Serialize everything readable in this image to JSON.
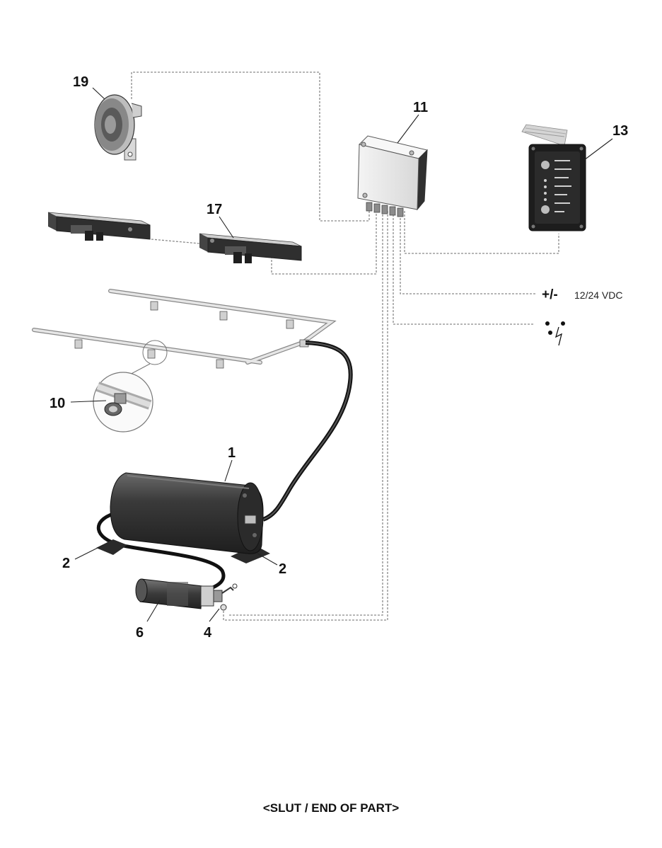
{
  "diagram": {
    "callouts": {
      "c1": "1",
      "c2a": "2",
      "c2b": "2",
      "c4": "4",
      "c6": "6",
      "c10": "10",
      "c11": "11",
      "c13": "13",
      "c17": "17",
      "c19": "19"
    },
    "power_symbol": "+/-",
    "power_label": "12/24 VDC"
  },
  "footer": "<SLUT / END OF PART>"
}
